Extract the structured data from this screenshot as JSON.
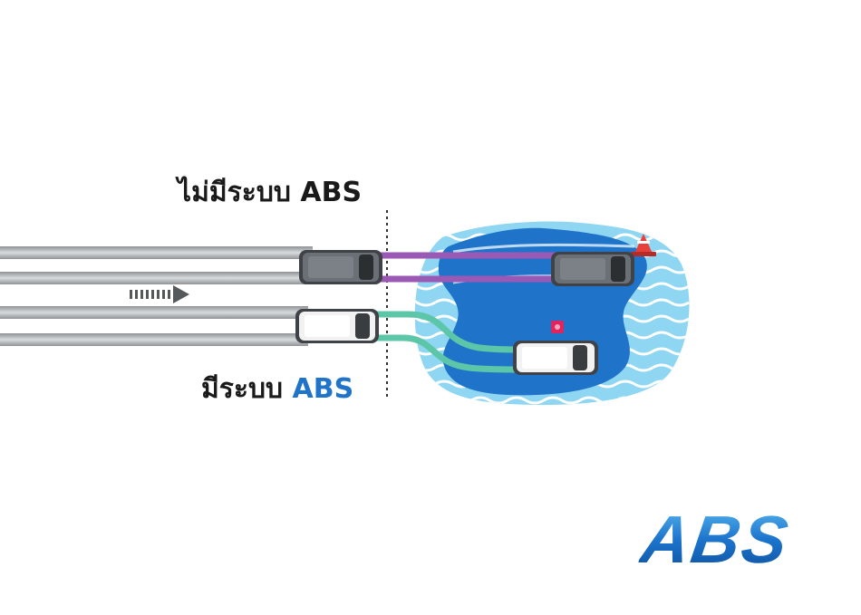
{
  "labels": {
    "without_abs_prefix": "ไม่มีระบบ",
    "without_abs_suffix": "ABS",
    "with_abs_prefix": "มีระบบ",
    "with_abs_suffix": "ABS"
  },
  "logo": {
    "text": "ABS"
  },
  "colors": {
    "road": "#b8bcbf",
    "road_edge": "#6b6f72",
    "water_dark": "#1f73c9",
    "water_light": "#7fd0ef",
    "track_without_abs": "#9b59b6",
    "track_with_abs": "#5cc6a8",
    "car_dark": "#5a6066",
    "car_light": "#f2f2f2",
    "accent": "#1f73c9",
    "obstacle": "#e0245e",
    "cone": "#e8403a"
  },
  "icons": [
    "arrow-right-icon",
    "traffic-cone-icon",
    "obstacle-icon"
  ]
}
